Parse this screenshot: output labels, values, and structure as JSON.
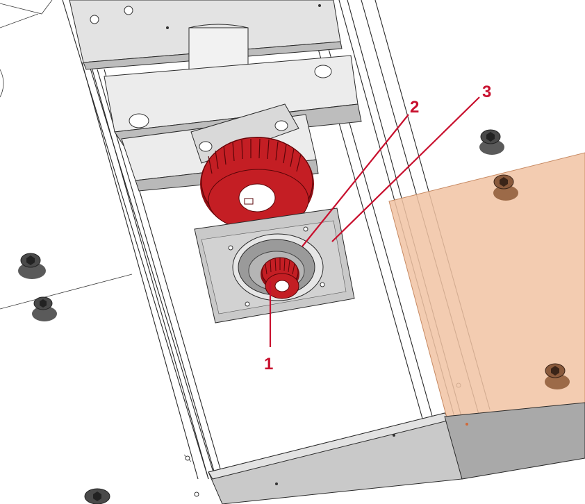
{
  "callouts": [
    {
      "id": "1",
      "label": "1"
    },
    {
      "id": "2",
      "label": "2"
    },
    {
      "id": "3",
      "label": "3"
    }
  ],
  "colors": {
    "callout": "#c8102e",
    "pulley": "#c41e24",
    "pulley_dark": "#8e0f14",
    "plate": "#cfcfcf",
    "copper_panel": "#f1c3a3",
    "bolt": "#4a4a4a",
    "bolt_copper": "#8a5a3c"
  }
}
